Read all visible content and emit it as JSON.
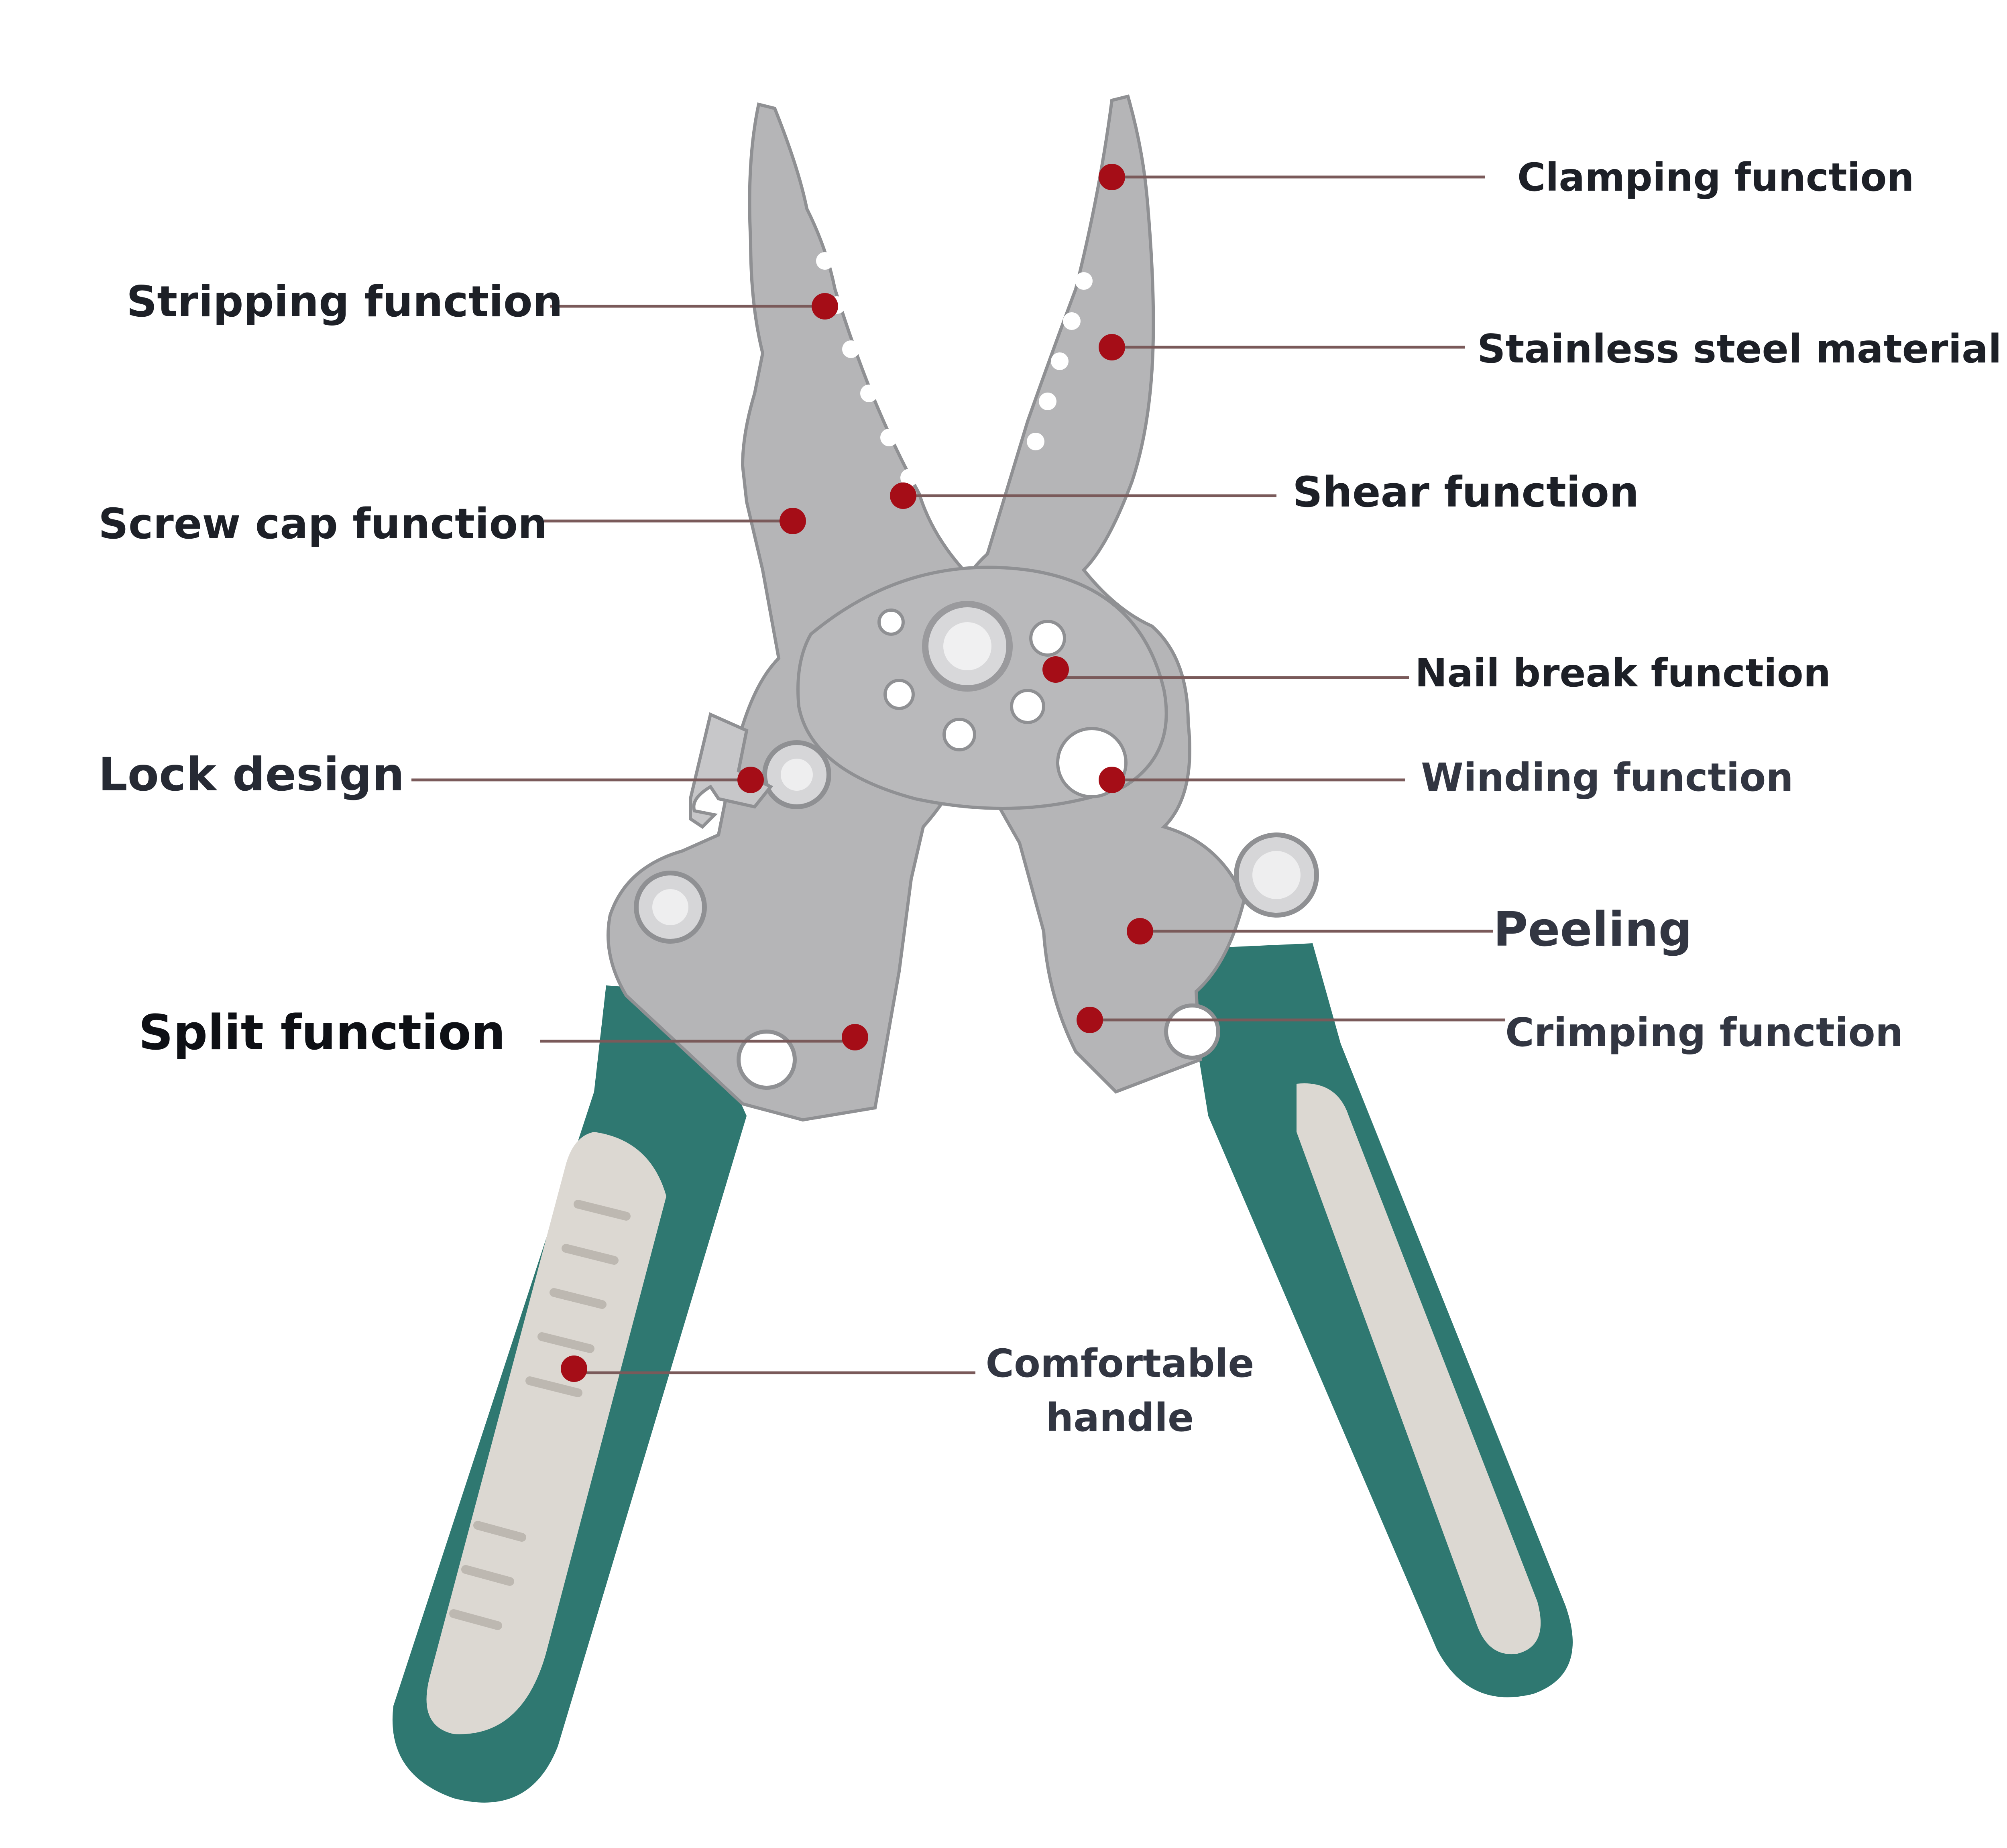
{
  "colors": {
    "background": "#ffffff",
    "steel": "#b5b5b7",
    "steel_dark": "#8f9093",
    "handle_teal": "#2f7871",
    "handle_grip": "#dcd8d2",
    "marker_red": "#a50d17",
    "leader_line": "#7a5a5a",
    "label_text": "#1d2027"
  },
  "labels": {
    "clamping": "Clamping function",
    "stripping": "Stripping function",
    "stainless": "Stainless steel material",
    "screw_cap": "Screw cap function",
    "shear": "Shear function",
    "nail_break": "Nail break function",
    "lock": "Lock design",
    "winding": "Winding function",
    "peeling": "Peeling",
    "split": "Split function",
    "crimping": "Crimping function",
    "comfortable_line1": "Comfortable",
    "comfortable_line2": "handle"
  }
}
